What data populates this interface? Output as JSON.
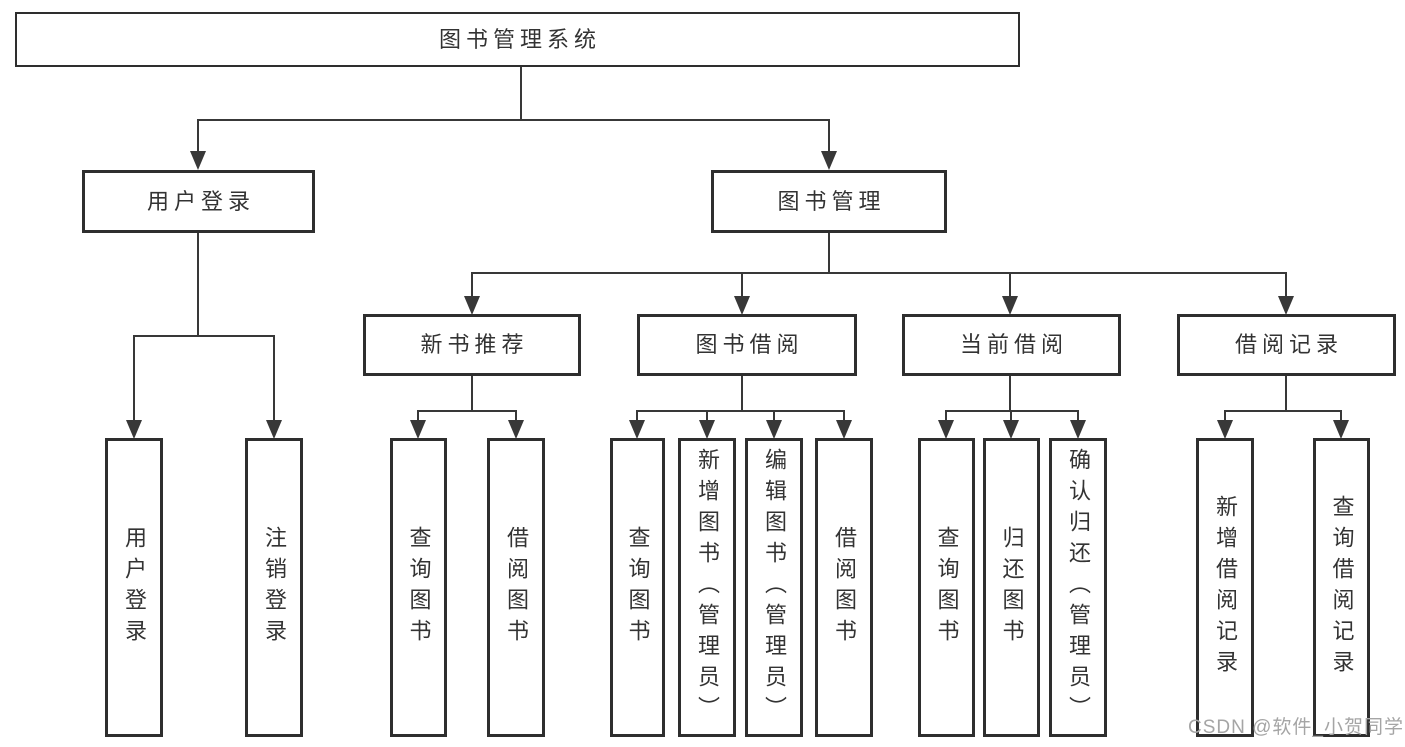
{
  "colors": {
    "line": "#383838",
    "box_border": "#2e2e2e",
    "text": "#333333",
    "watermark": "#a5a5a5",
    "background": "#ffffff"
  },
  "tree": {
    "root": {
      "label": "图书管理系统"
    },
    "branches": [
      {
        "label": "用户登录",
        "children": [
          {
            "label": "用户登录"
          },
          {
            "label": "注销登录"
          }
        ]
      },
      {
        "label": "图书管理",
        "children": [
          {
            "label": "新书推荐",
            "children": [
              {
                "label": "查询图书"
              },
              {
                "label": "借阅图书"
              }
            ]
          },
          {
            "label": "图书借阅",
            "children": [
              {
                "label": "查询图书"
              },
              {
                "label": "新增图书（管理员）"
              },
              {
                "label": "编辑图书（管理员）"
              },
              {
                "label": "借阅图书"
              }
            ]
          },
          {
            "label": "当前借阅",
            "children": [
              {
                "label": "查询图书"
              },
              {
                "label": "归还图书"
              },
              {
                "label": "确认归还（管理员）"
              }
            ]
          },
          {
            "label": "借阅记录",
            "children": [
              {
                "label": "新增借阅记录"
              },
              {
                "label": "查询借阅记录"
              }
            ]
          }
        ]
      }
    ]
  },
  "watermark": {
    "text": "CSDN @软件_小贺同学"
  }
}
